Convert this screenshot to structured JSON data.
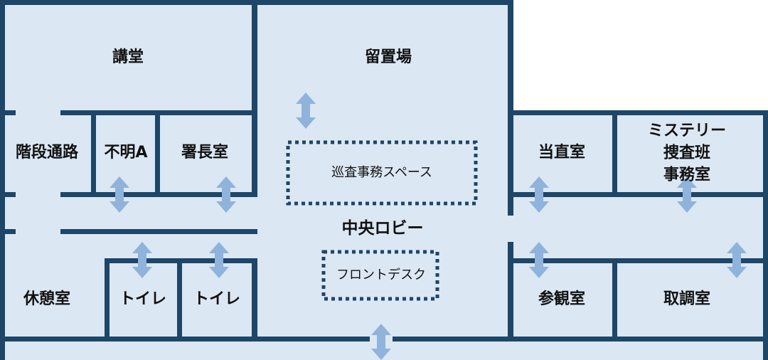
{
  "palette": {
    "wall": "#1d4669",
    "floor": "#dce7f4",
    "arrow": "#8fb3da",
    "text": "#111111"
  },
  "rooms": {
    "auditorium": "講堂",
    "holding_cell": "留置場",
    "stair_passage": "階段通路",
    "unknown_a": "不明A",
    "chief_office": "署長室",
    "duty_room": "当直室",
    "mystery_squad": "ミステリー捜査班\n事務室",
    "rest_room": "休憩室",
    "toilet_1": "トイレ",
    "toilet_2": "トイレ",
    "observation_room": "参観室",
    "interrogation_room": "取調室"
  },
  "areas": {
    "central_lobby": "中央ロビー",
    "patrol_space": "巡査事務スペース",
    "front_desk": "フロントデスク"
  },
  "icons": {
    "door": "double-arrow-icon"
  }
}
